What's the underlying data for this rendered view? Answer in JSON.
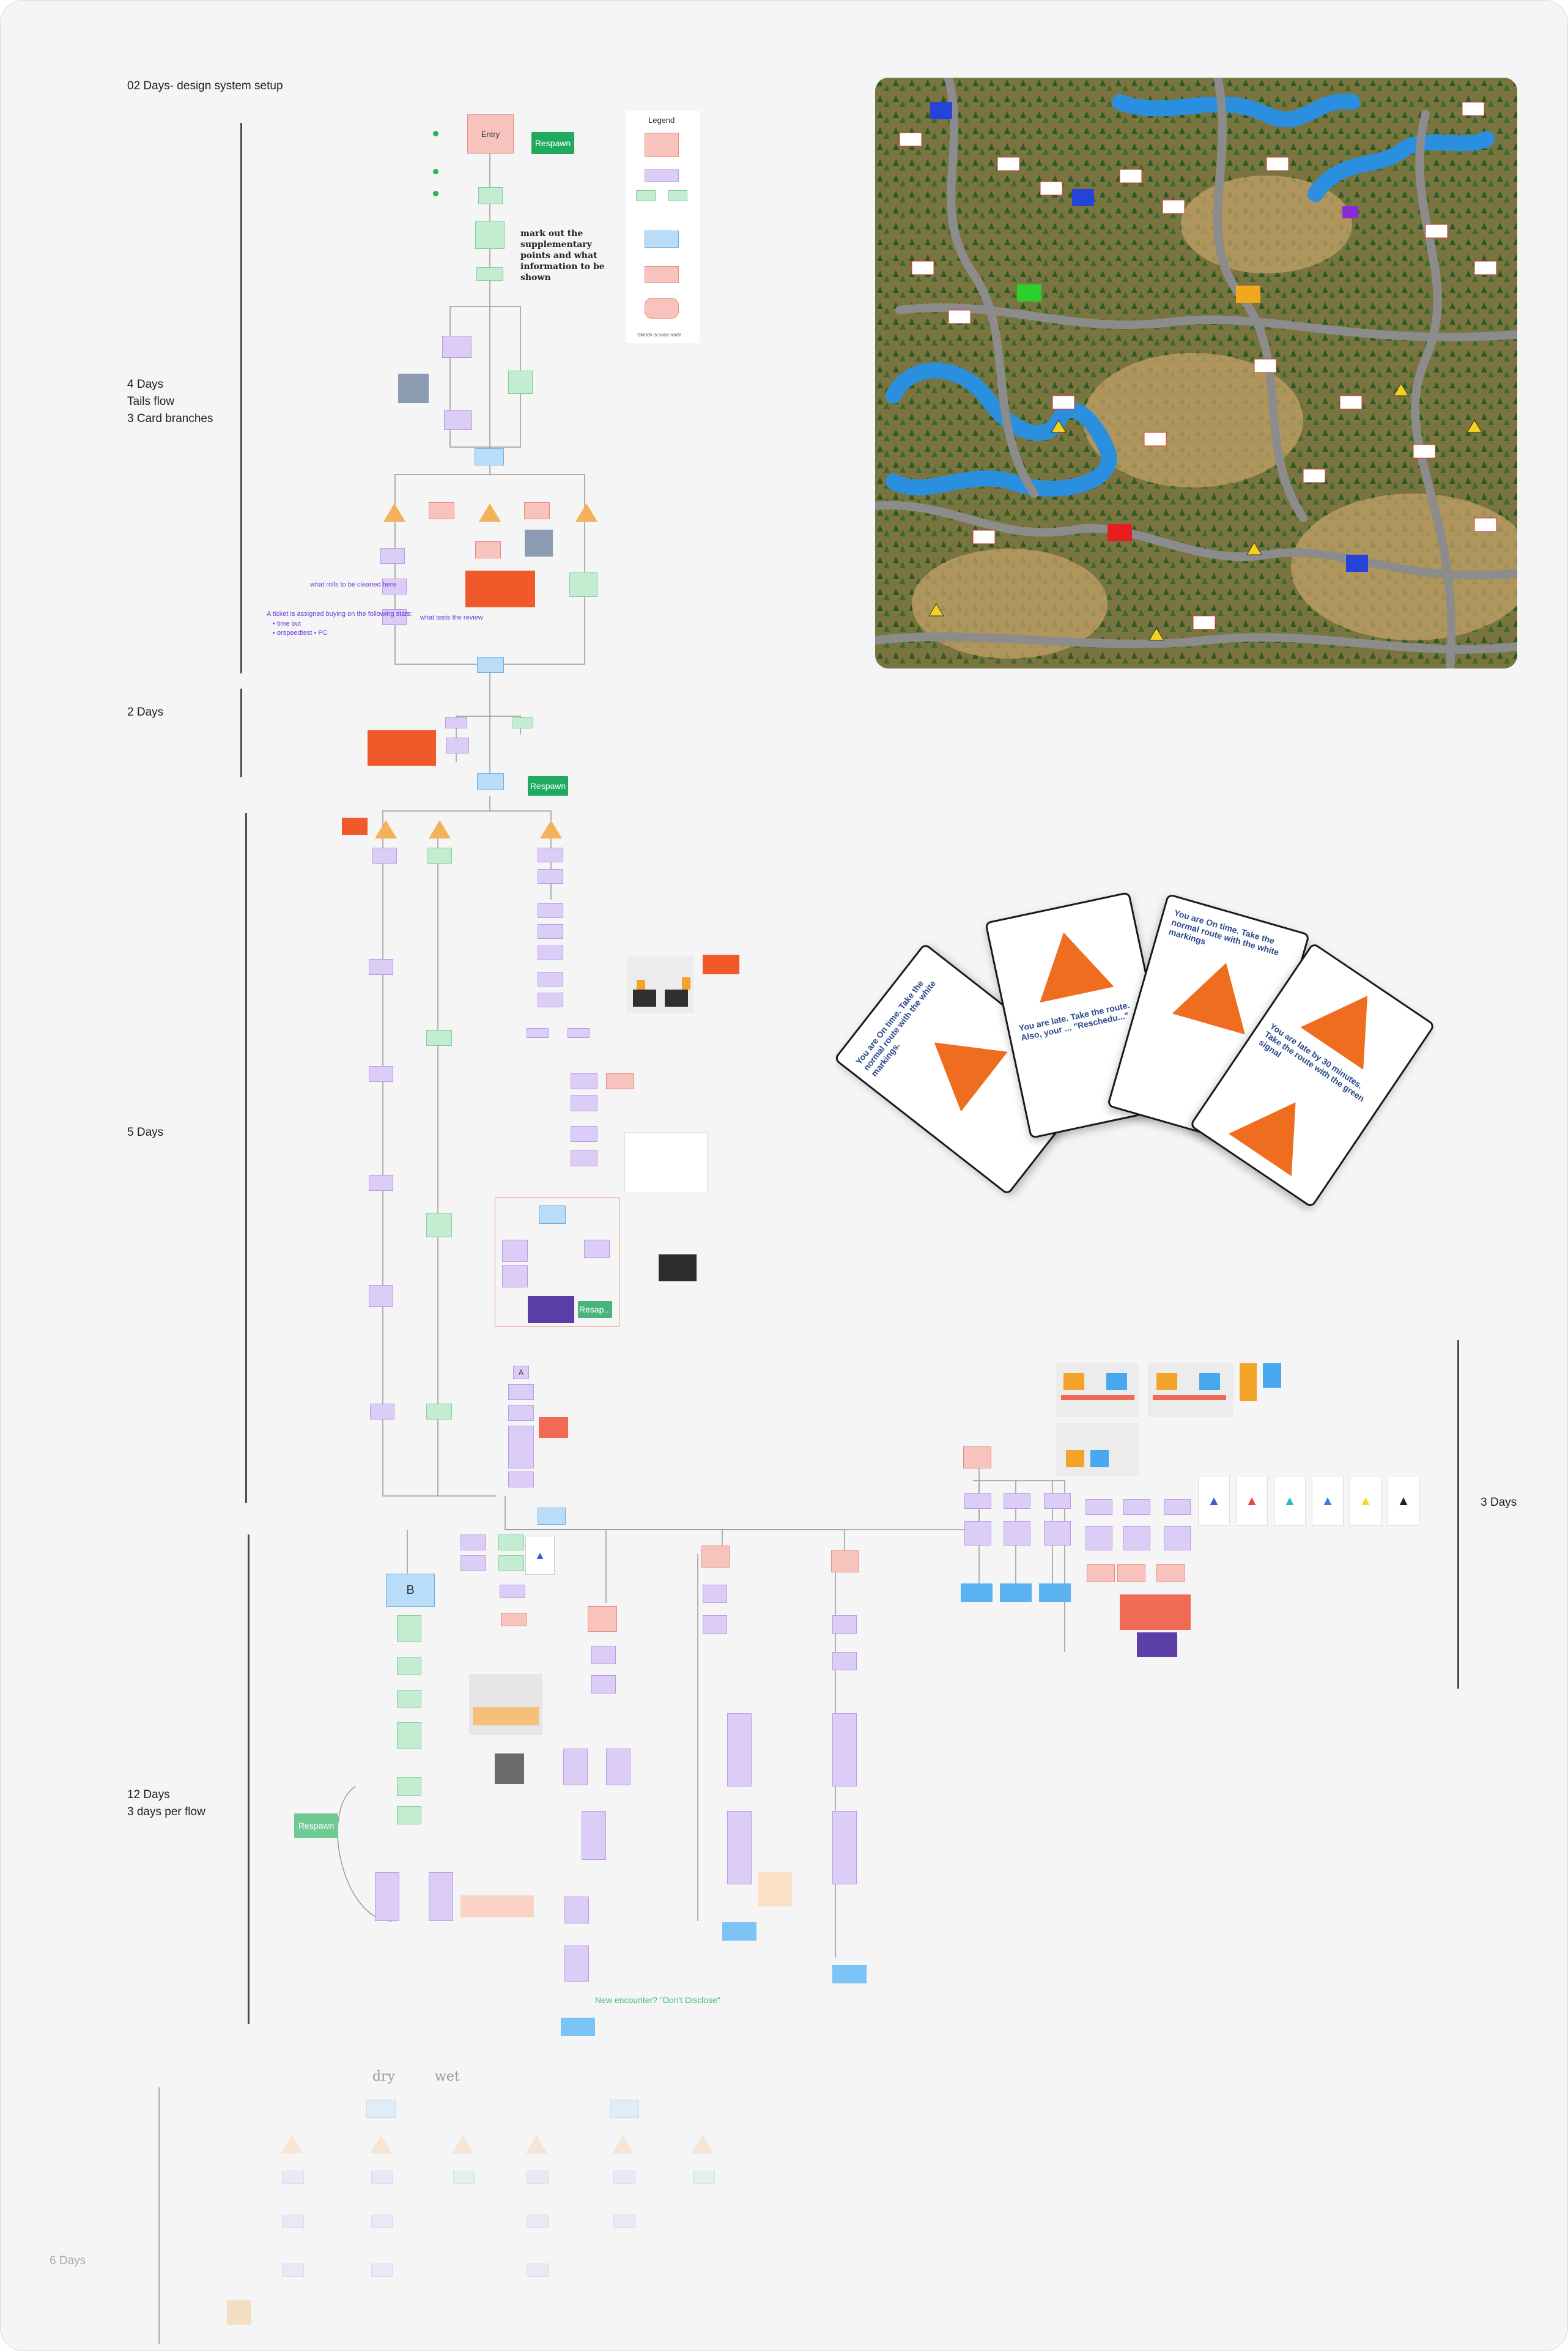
{
  "phases": {
    "setup": "02 Days- design system setup",
    "tails": "4 Days\nTails flow\n3 Card branches",
    "two": "2 Days",
    "five": "5 Days",
    "three": "3 Days",
    "twelve": "12 Days\n3 days per flow",
    "six": "6 Days"
  },
  "flow": {
    "entry": "Entry",
    "respawn": "Respawn",
    "respawn_alt": "Resap...",
    "mark_out": "mark out the supplementary points and what information to be shown",
    "legend_title": "Legend",
    "legend_caption": "Sketch is base route",
    "dry": "dry",
    "wet": "wet",
    "b_node": "B",
    "a_node": "A",
    "note_rules": "what rolls to be cleaned here",
    "note_rule_a": "A ticket is assigned buying on the following stats:",
    "note_rule_b": "• time out\n• orspeedtest • PC",
    "note_what": "what tests the review",
    "note_lawn": "New encounter? \"Don't Disclose\""
  },
  "colors": {
    "purple": "#dccdf7",
    "green": "#c3ecd1",
    "blue": "#b9dcf8",
    "pink": "#f8c3bd",
    "orange": "#f4b86b",
    "red": "#f05a2a"
  },
  "cards": [
    {
      "text": "You are On time. Take the normal route with the white markings."
    },
    {
      "text": "You are late. Take the route. Also, your ... \"Reschedu...\""
    },
    {
      "text": "You are On time. Take the normal route with the white markings"
    },
    {
      "text": "You are late by 30 minutes. Take the route with the green signal"
    }
  ]
}
